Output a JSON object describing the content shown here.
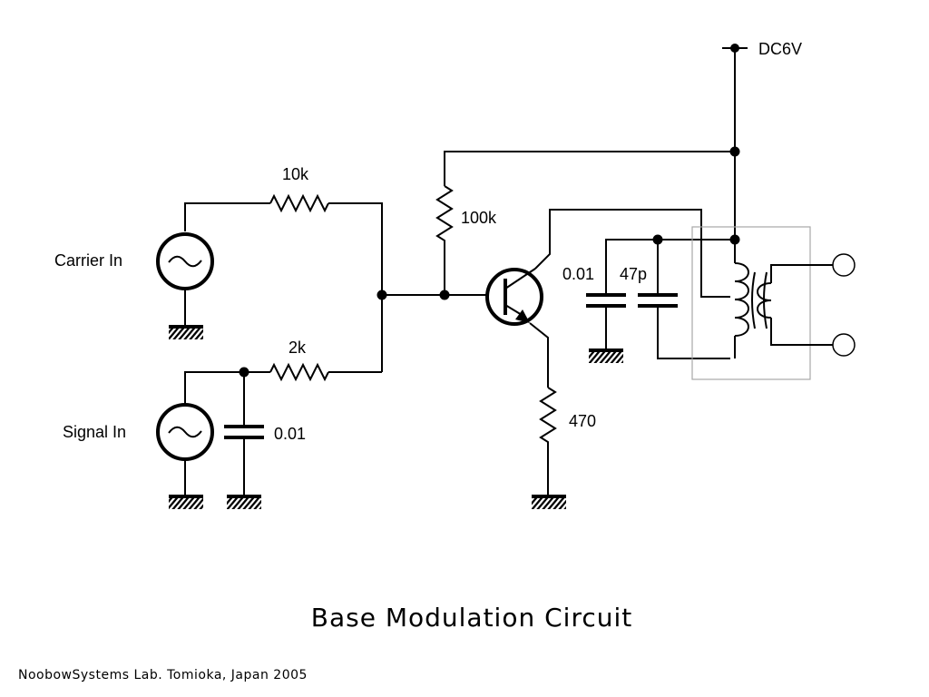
{
  "title": "Base Modulation Circuit",
  "credit": "NoobowSystems Lab. Tomioka, Japan 2005",
  "labels": {
    "supply": "DC6V",
    "carrier_in": "Carrier In",
    "signal_in": "Signal In",
    "r_carrier": "10k",
    "r_signal": "2k",
    "r_bias": "100k",
    "r_emitter": "470",
    "c_signal": "0.01",
    "c_tank1": "0.01",
    "c_tank2": "47p"
  }
}
